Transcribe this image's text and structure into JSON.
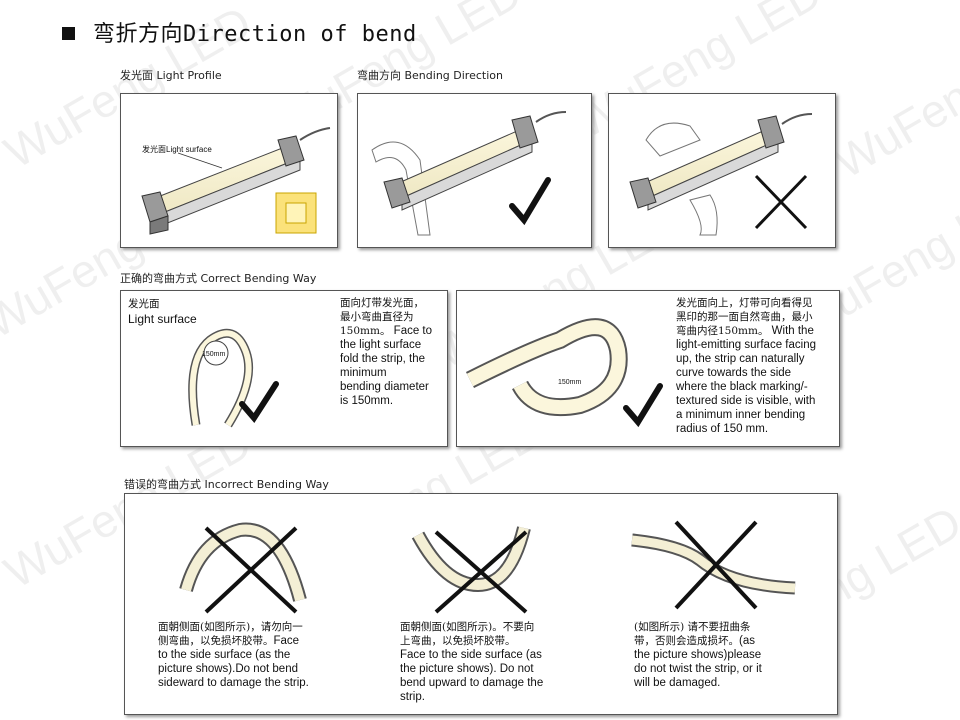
{
  "watermark": [
    "WuFeng LED",
    "WuFeng LED",
    "WuFeng LED",
    "WuFeng LED",
    "WuFeng LED",
    "WuFeng LED",
    "WuFeng LED",
    "WuFeng LED",
    "WuFeng LED",
    "WuFeng LED"
  ],
  "title": {
    "cn": "弯折方向",
    "en": "Direction of bend"
  },
  "section1": {
    "profile_label": "发光面 Light Profile",
    "bending_label": "弯曲方向 Bending Direction",
    "light_surface_tag": "发光面Light surface"
  },
  "section2": {
    "label": "正确的弯曲方式 Correct Bending Way",
    "panel_a": {
      "tag_cn": "发光面",
      "tag_en": "Light surface",
      "diameter": "150mm",
      "desc_cn": [
        "面向灯带发光面，",
        "最小弯曲直径为",
        "150mm。"
      ],
      "desc_en": [
        "Face to",
        "the light surface",
        "fold the strip, the",
        "minimum",
        "bending diameter",
        "is 150mm."
      ]
    },
    "panel_b": {
      "radius": "150mm",
      "desc_cn": [
        "发光面向上，灯带可向看得见",
        "黑印的那一面自然弯曲，最小",
        "弯曲内径150mm。"
      ],
      "desc_en": [
        "With the",
        "light-emitting surface facing",
        "up, the strip can naturally",
        "curve towards the side",
        "where the black marking/-",
        "textured side is visible, with",
        "a minimum inner bending",
        "radius of 150 mm."
      ]
    }
  },
  "section3": {
    "label": "错误的弯曲方式 Incorrect Bending Way",
    "items": [
      {
        "cn": [
          "面朝侧面(如图所示)，请勿向一",
          "侧弯曲，以免损坏胶带。"
        ],
        "en": [
          "Face",
          "to the side surface (as the",
          "picture shows).Do not bend",
          "sideward to damage the strip."
        ]
      },
      {
        "cn": [
          "面朝侧面(如图所示)。不要向",
          "上弯曲，以免损坏胶带。"
        ],
        "en": [
          "Face to the side surface (as",
          "the picture shows). Do not",
          "bend upward to damage the",
          "strip."
        ]
      },
      {
        "cn": [
          "(如图所示) 请不要扭曲条",
          "带，否则会造成损坏。"
        ],
        "en": [
          "(as",
          "the picture shows)please",
          "do not twist the strip, or it",
          "will be damaged."
        ]
      }
    ]
  }
}
